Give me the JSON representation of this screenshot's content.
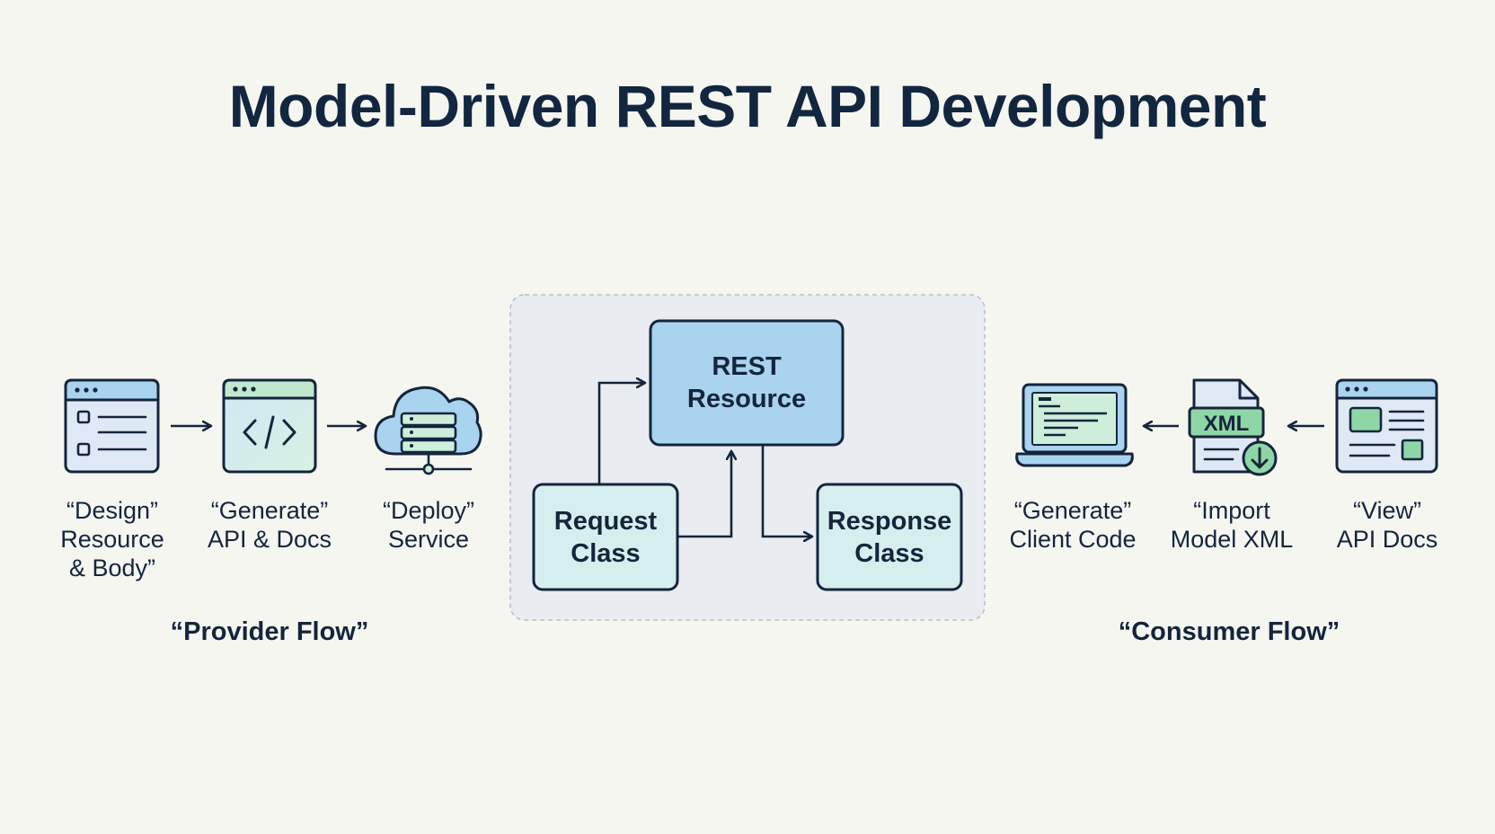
{
  "title": "Model-Driven REST API Development",
  "provider": {
    "flow_label": "“Provider Flow”",
    "steps": [
      {
        "line1": "“Design”",
        "line2": "Resource",
        "line3": "& Body”",
        "icon": "form-window-icon"
      },
      {
        "line1": "“Generate”",
        "line2": "API & Docs",
        "icon": "code-window-icon"
      },
      {
        "line1": "“Deploy”",
        "line2": "Service",
        "icon": "cloud-server-icon"
      }
    ]
  },
  "center": {
    "rest_resource": {
      "line1": "REST",
      "line2": "Resource"
    },
    "request_class": {
      "line1": "Request",
      "line2": "Class"
    },
    "response_class": {
      "line1": "Response",
      "line2": "Class"
    }
  },
  "consumer": {
    "flow_label": "“Consumer Flow”",
    "steps": [
      {
        "line1": "“Generate”",
        "line2": "Client Code",
        "icon": "laptop-code-icon"
      },
      {
        "line1": "“Import",
        "line2": "Model XML",
        "icon": "xml-file-download-icon",
        "badge": "XML"
      },
      {
        "line1": "“View”",
        "line2": "API Docs",
        "icon": "docs-window-icon"
      }
    ]
  },
  "colors": {
    "navy": "#14253c",
    "blue_fill": "#a9d3ef",
    "green_fill": "#cdeedb",
    "light_box": "#d7eeef",
    "panel": "#e9ecf1"
  }
}
